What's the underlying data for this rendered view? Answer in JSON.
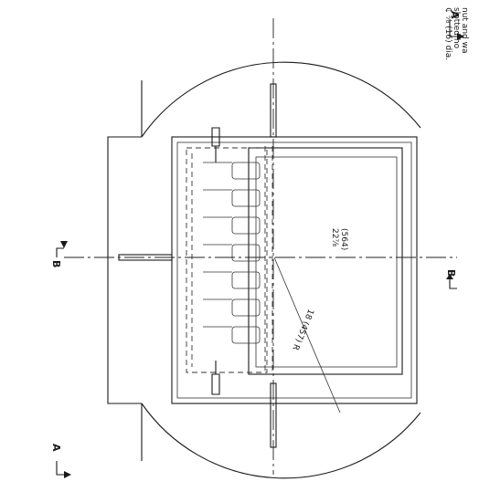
{
  "note": {
    "line1": "₵ ⅝ (16) dia.",
    "line2": "slotted ho",
    "line3": "nut and wa"
  },
  "section_labels": {
    "a_top": "A",
    "a_bottom": "A",
    "b_left": "B",
    "b_right": "B"
  },
  "dimensions": {
    "width_imperial": "22⅞",
    "width_metric": "(564)",
    "radius": "18 (457) R"
  }
}
